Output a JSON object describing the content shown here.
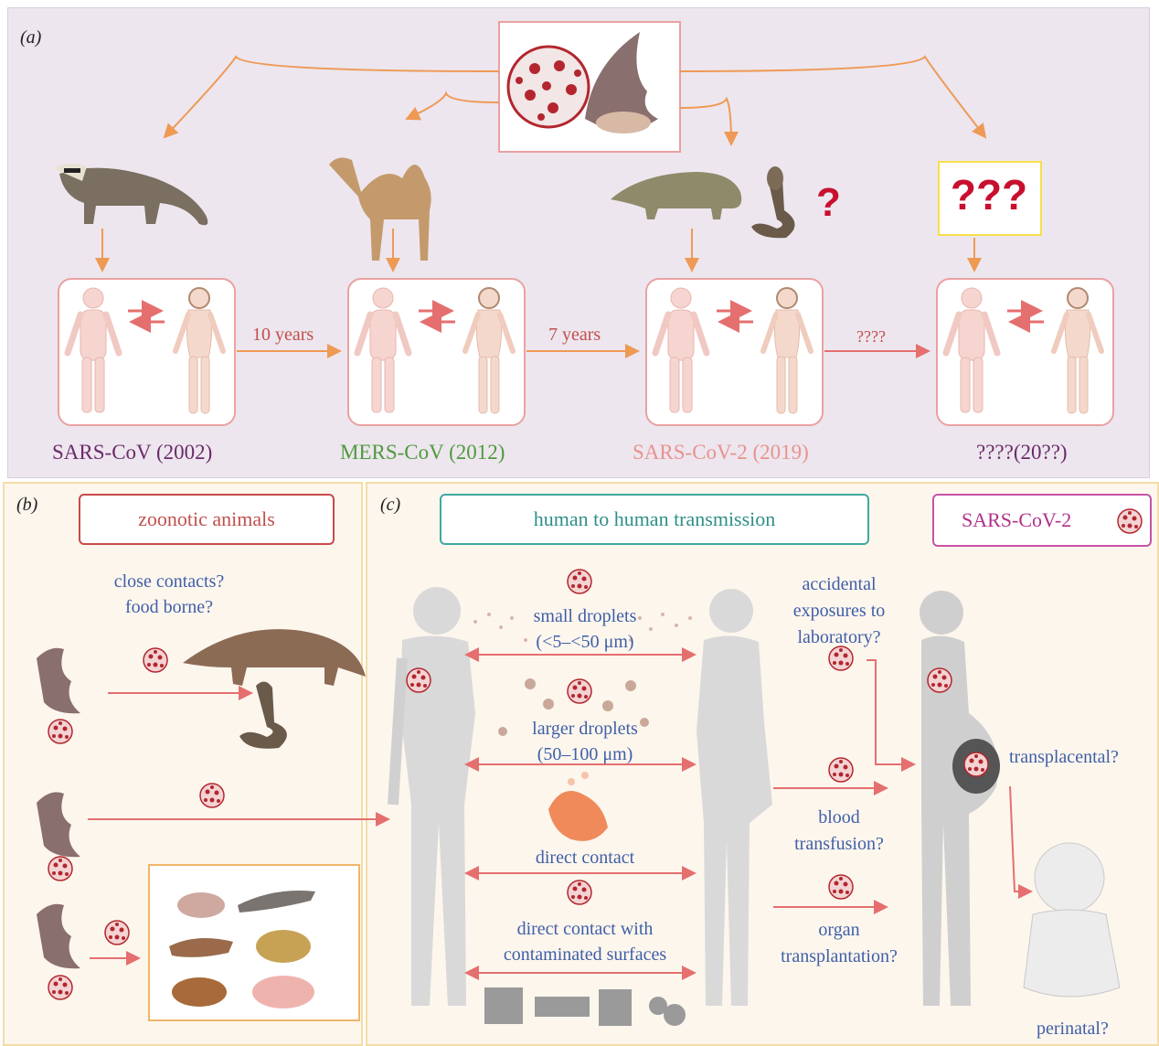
{
  "panel_a": {
    "label": "(a)",
    "intervals": [
      "10 years",
      "7 years",
      "????"
    ],
    "unknown_source": "???",
    "question_mark": "?",
    "strains": [
      {
        "name": "SARS-CoV (2002)",
        "color": "#6b2a6b"
      },
      {
        "name": "MERS-CoV (2012)",
        "color": "#4f9a3d"
      },
      {
        "name": "SARS-CoV-2 (2019)",
        "color": "#e8928f"
      },
      {
        "name": "????(20??)",
        "color": "#6b2a6b"
      }
    ]
  },
  "panel_b": {
    "label": "(b)",
    "title": "zoonotic animals",
    "question": "close contacts?\nfood borne?"
  },
  "panel_c": {
    "label": "(c)",
    "title": "human to human transmission",
    "virus_label": "SARS-CoV-2",
    "routes": [
      "small droplets\n(<5–<50 μm)",
      "larger droplets\n(50–100 μm)",
      "direct contact",
      "direct contact with\ncontaminated surfaces"
    ],
    "other_routes": [
      "accidental\nexposures to\nlaboratory?",
      "blood\ntransfusion?",
      "organ\ntransplantation?",
      "transplacental?",
      "perinatal?"
    ]
  },
  "colors": {
    "arrow_orange": "#ee9a55",
    "arrow_red": "#e56f6f",
    "text_blue": "#3f5fa8",
    "virus_red": "#b3262e"
  }
}
